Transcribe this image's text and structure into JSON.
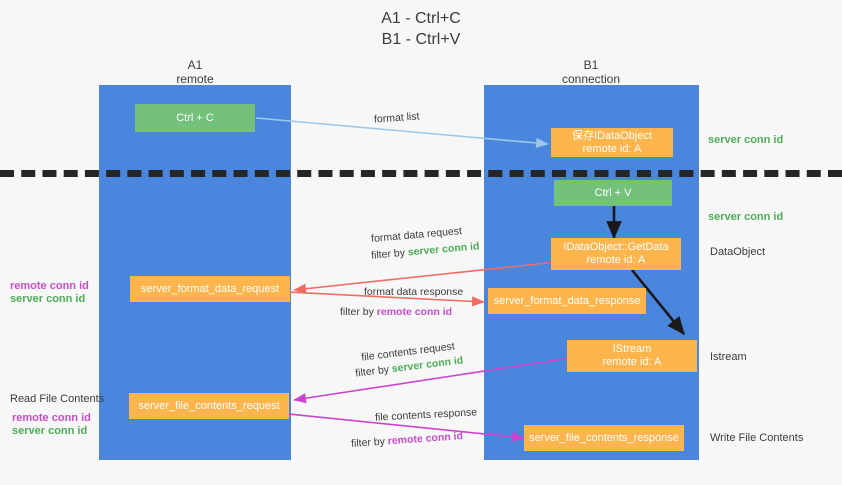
{
  "title": {
    "line1": "A1 - Ctrl+C",
    "line2": "B1 - Ctrl+V"
  },
  "columns": [
    {
      "name": "A1",
      "subtitle": "remote"
    },
    {
      "name": "B1",
      "subtitle": "connection"
    }
  ],
  "boxes": {
    "ctrl_c": {
      "line1": "Ctrl + C"
    },
    "ctrl_v": {
      "line1": "Ctrl + V"
    },
    "idataobject": {
      "line1": "保存IDataObject",
      "line2": "remote id: A"
    },
    "getdata": {
      "line1": "IDataObject::GetData",
      "line2": "remote id: A"
    },
    "istream": {
      "line1": "IStream",
      "line2": "remote id: A"
    },
    "server_format_data_request": {
      "line1": "server_format_data_request"
    },
    "server_format_data_response": {
      "line1": "server_format_data_response"
    },
    "server_file_contents_request": {
      "line1": "server_file_contents_request"
    },
    "server_file_contents_response": {
      "line1": "server_file_contents_response"
    }
  },
  "right_labels": {
    "server_conn_id_top": "server conn id",
    "server_conn_id_second": "server conn id",
    "dataobject": "DataObject",
    "istream": "Istream",
    "write_file_contents": "Write File Contents"
  },
  "left_labels": {
    "remote_conn_id_mid": "remote conn id",
    "server_conn_id_mid": "server conn id",
    "read_file_contents": "Read File Contents",
    "remote_conn_id_bottom": "remote conn id",
    "server_conn_id_bottom": "server conn id"
  },
  "edges": {
    "format_list": "format list",
    "format_data_request": "format data request",
    "format_data_request_filter_prefix": "filter by ",
    "format_data_request_filter_value": "server conn id",
    "format_data_response": "format data response",
    "format_data_response_filter_prefix": "filter by ",
    "format_data_response_filter_value": "remote conn id",
    "file_contents_request": "file contents request",
    "file_contents_request_filter_prefix": "filter by ",
    "file_contents_request_filter_value": "server conn id",
    "file_contents_response": "file contents response",
    "file_contents_response_filter_prefix": "filter by ",
    "file_contents_response_filter_value": "remote conn id"
  },
  "colors": {
    "lane": "#4a86dd",
    "green_box": "#74c17c",
    "orange_box": "#fcb44d",
    "green_text": "#4eac58",
    "magenta_text": "#c84ec8",
    "blue_arrow": "#9cc8ea",
    "red_arrow": "#ef6d62",
    "magenta_arrow": "#cc44cc",
    "black_arrow": "#1a1a1a",
    "background": "#f7f7f7"
  }
}
